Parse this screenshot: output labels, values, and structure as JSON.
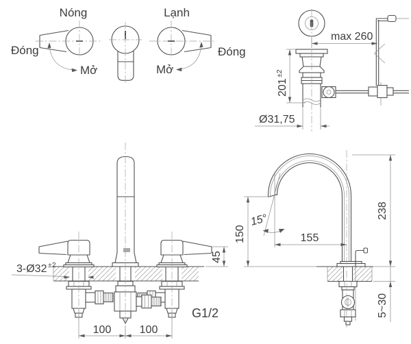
{
  "handle_guide": {
    "hot_label": "Nóng",
    "cold_label": "Lạnh",
    "hot_close_label": "Đóng",
    "hot_open_label": "Mở",
    "cold_open_label": "Mở",
    "cold_close_label": "Đóng"
  },
  "drain_view": {
    "max_reach_label": "max 260",
    "height_value": "201",
    "height_tolerance": "±2",
    "tail_diameter_label": "Ø31,75"
  },
  "front_view": {
    "hole_spec_value": "3-Ø32",
    "hole_spec_tolerance": "±2",
    "handle_height_label": "45",
    "left_spacing_label": "100",
    "right_spacing_label": "100",
    "thread_label": "G1/2"
  },
  "side_view": {
    "angle_label": "15°",
    "outlet_height_label": "150",
    "reach_label": "155",
    "total_height_label": "238",
    "deck_thickness_label": "5~30"
  },
  "colors": {
    "line": "#4f4f4f",
    "thin_line": "#8f8f8f",
    "text": "#3c3c3c",
    "background": "#ffffff"
  }
}
